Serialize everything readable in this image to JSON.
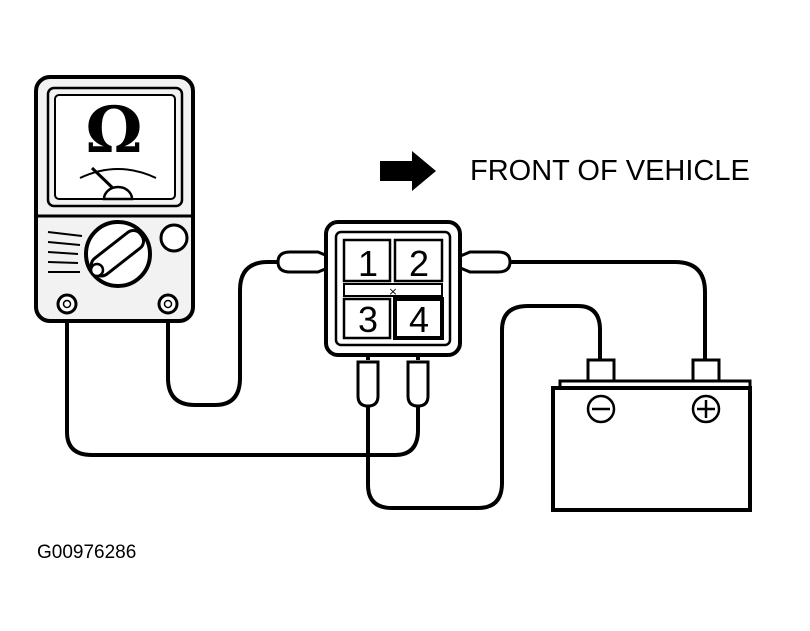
{
  "meter": {
    "unit_symbol": "Ω",
    "icon": "ohmmeter-icon"
  },
  "direction": {
    "arrow_icon": "right-arrow-icon",
    "label": "FRONT OF VEHICLE"
  },
  "connector": {
    "pins": [
      "1",
      "2",
      "3",
      "4"
    ]
  },
  "battery": {
    "negative_icon": "minus-terminal-icon",
    "positive_icon": "plus-terminal-icon"
  },
  "figure_id": "G00976286",
  "colors": {
    "ink": "#000000",
    "paper": "#ffffff",
    "meter_body": "#f2f2f2"
  }
}
